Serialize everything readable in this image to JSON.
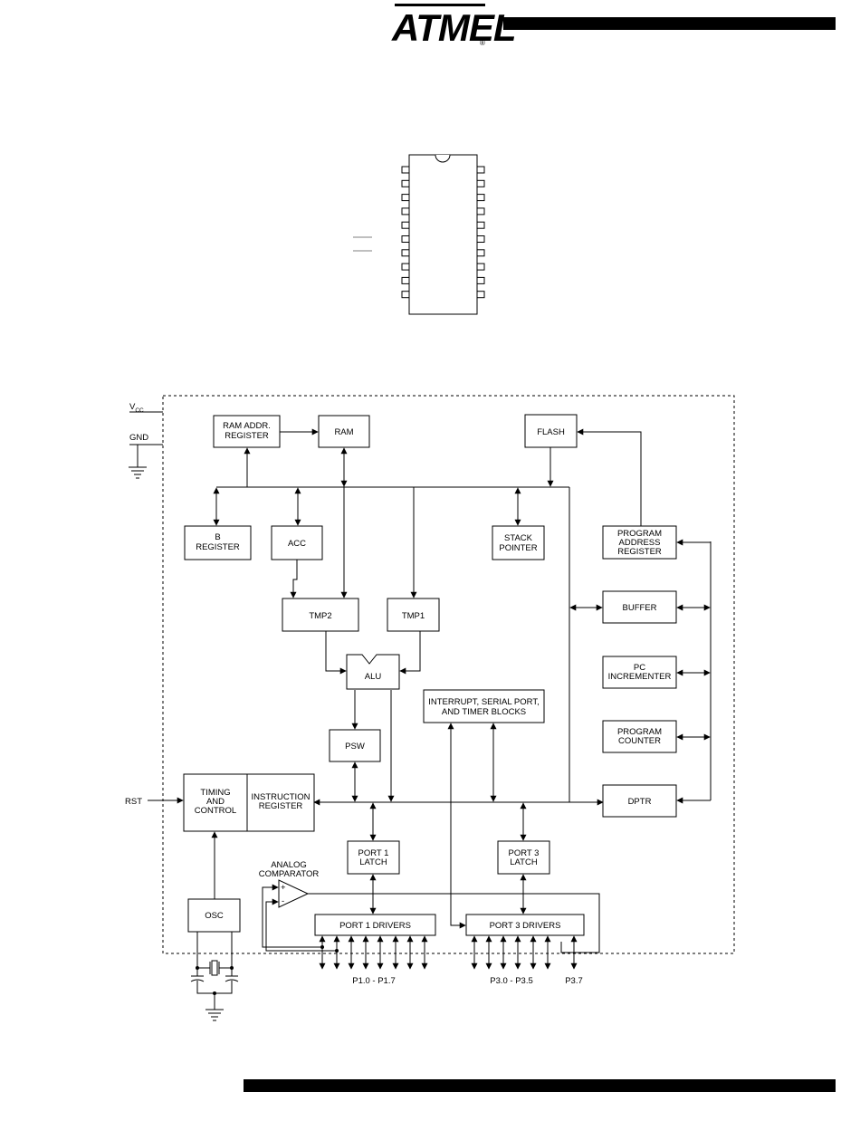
{
  "header": {
    "logo_text": "ATMEL",
    "registered_mark": "®"
  },
  "diagram": {
    "supply": {
      "vcc": "V",
      "vcc_sub": "CC",
      "gnd": "GND",
      "rst": "RST"
    },
    "blocks": {
      "ram_addr_register": [
        "RAM ADDR.",
        "REGISTER"
      ],
      "ram": [
        "RAM"
      ],
      "flash": [
        "FLASH"
      ],
      "b_register": [
        "B",
        "REGISTER"
      ],
      "acc": [
        "ACC"
      ],
      "stack_pointer": [
        "STACK",
        "POINTER"
      ],
      "program_address_register": [
        "PROGRAM",
        "ADDRESS",
        "REGISTER"
      ],
      "buffer": [
        "BUFFER"
      ],
      "tmp2": [
        "TMP2"
      ],
      "tmp1": [
        "TMP1"
      ],
      "alu": [
        "ALU"
      ],
      "pc_incrementer": [
        "PC",
        "INCREMENTER"
      ],
      "interrupt_blocks": [
        "INTERRUPT, SERIAL PORT,",
        "AND TIMER BLOCKS"
      ],
      "psw": [
        "PSW"
      ],
      "program_counter": [
        "PROGRAM",
        "COUNTER"
      ],
      "timing_control": [
        "TIMING",
        "AND",
        "CONTROL"
      ],
      "instruction_register": [
        "INSTRUCTION",
        "REGISTER"
      ],
      "dptr": [
        "DPTR"
      ],
      "port1_latch": [
        "PORT 1",
        "LATCH"
      ],
      "port3_latch": [
        "PORT 3",
        "LATCH"
      ],
      "analog_comparator": [
        "ANALOG",
        "COMPARATOR"
      ],
      "port1_drivers": [
        "PORT 1 DRIVERS"
      ],
      "port3_drivers": [
        "PORT 3 DRIVERS"
      ],
      "osc": [
        "OSC"
      ]
    },
    "comparator_signs": {
      "plus": "+",
      "minus": "-"
    },
    "pin_labels": {
      "p1": "P1.0 - P1.7",
      "p3": "P3.0 - P3.5",
      "p37": "P3.7"
    }
  }
}
